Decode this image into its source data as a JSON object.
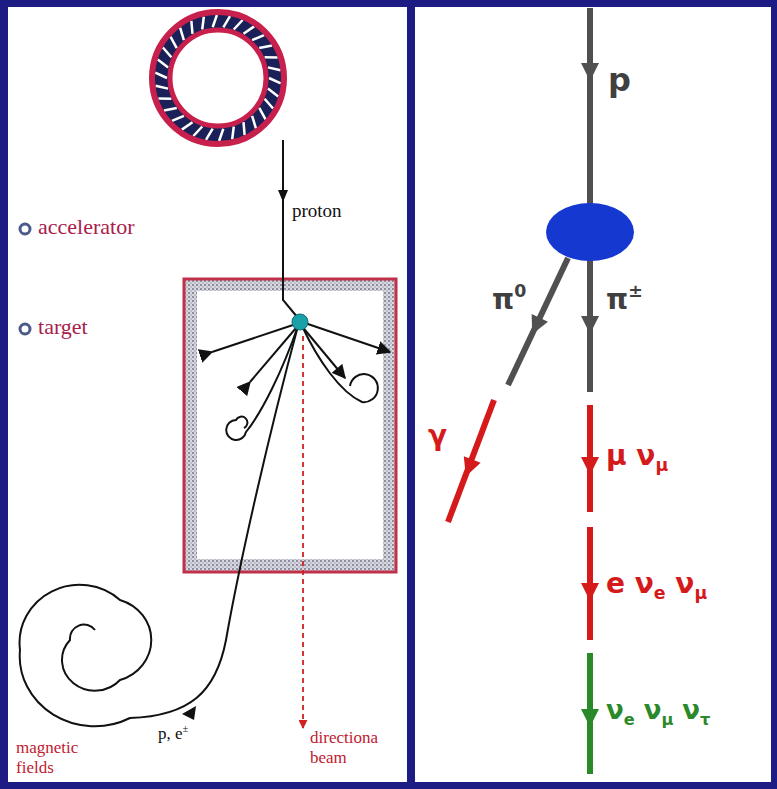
{
  "diagram": {
    "labels": [
      "accelerator",
      "target",
      "proton",
      "directiona beam",
      "p, e±",
      "magnetic fields",
      "p",
      "π0",
      "π±",
      "γ",
      "μ νμ",
      "e νe νμ",
      "νe νμ ντ"
    ]
  }
}
